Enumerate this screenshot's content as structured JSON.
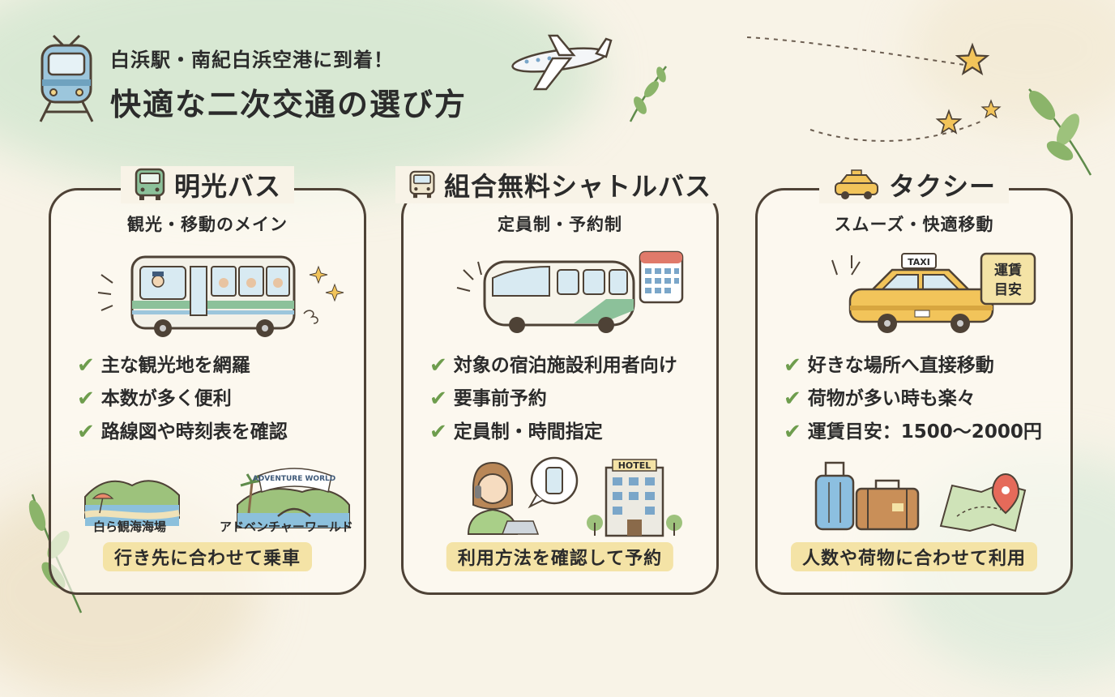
{
  "header": {
    "subtitle": "白浜駅・南紀白浜空港に到着！",
    "title": "快適な二次交通の選び方"
  },
  "cards": [
    {
      "name": "明光バス",
      "tagline": "観光・移動のメイン",
      "features": [
        "主な観光地を網羅",
        "本数が多く便利",
        "路線図や時刻表を確認"
      ],
      "spots": [
        "白ら観海海場",
        "アドベンチャーワールド"
      ],
      "sign": "ADVENTURE WORLD",
      "banner": "行き先に合わせて乗車"
    },
    {
      "name": "組合無料シャトルバス",
      "tagline": "定員制・予約制",
      "features": [
        "対象の宿泊施設利用者向け",
        "要事前予約",
        "定員制・時間指定"
      ],
      "hotel_sign": "HOTEL",
      "banner": "利用方法を確認して予約"
    },
    {
      "name": "タクシー",
      "tagline": "スムーズ・快適移動",
      "features": [
        "好きな場所へ直接移動",
        "荷物が多い時も楽々",
        "運賃目安：1500〜2000円"
      ],
      "roof_sign": "TAXI",
      "fare_tag": [
        "運賃",
        "目安"
      ],
      "banner": "人数や荷物に合わせて利用"
    }
  ],
  "colors": {
    "ink": "#4e4236",
    "check": "#6e9d4d",
    "banner": "#f4e3a6",
    "bus_green": "#7fb08a",
    "taxi_yellow": "#f2c45a"
  },
  "icons": [
    "train-icon",
    "airplane-icon",
    "star-icon",
    "leaf-icon",
    "bus-icon",
    "taxi-icon",
    "calendar-icon",
    "smartphone-icon",
    "suitcase-icon",
    "map-pin-icon",
    "sparkle-icon"
  ]
}
